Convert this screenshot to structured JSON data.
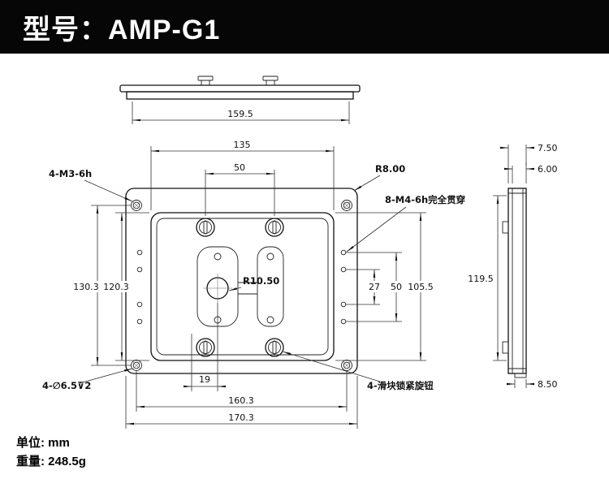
{
  "header": {
    "title": "型号：AMP-G1"
  },
  "labels": {
    "corner_screws": "4-M3-6h",
    "corner_radius": "R8.00",
    "through_holes": "8-M4-6h完全贯穿",
    "center_radius": "R10.50",
    "counterbore": "4-∅6.5⊽2",
    "lock_knobs": "4-滑块锁紧旋钮"
  },
  "dims": {
    "d159_5": "159.5",
    "d135": "135",
    "d50_top": "50",
    "d130_3": "130.3",
    "d120_3": "120.3",
    "d27": "27",
    "d50_right": "50",
    "d105_5": "105.5",
    "d19": "19",
    "d160_3": "160.3",
    "d170_3": "170.3",
    "d7_50": "7.50",
    "d6_00": "6.00",
    "d119_5": "119.5",
    "d8_50": "8.50"
  },
  "footer": {
    "unit": "单位: mm",
    "weight": "重量: 248.5g"
  }
}
